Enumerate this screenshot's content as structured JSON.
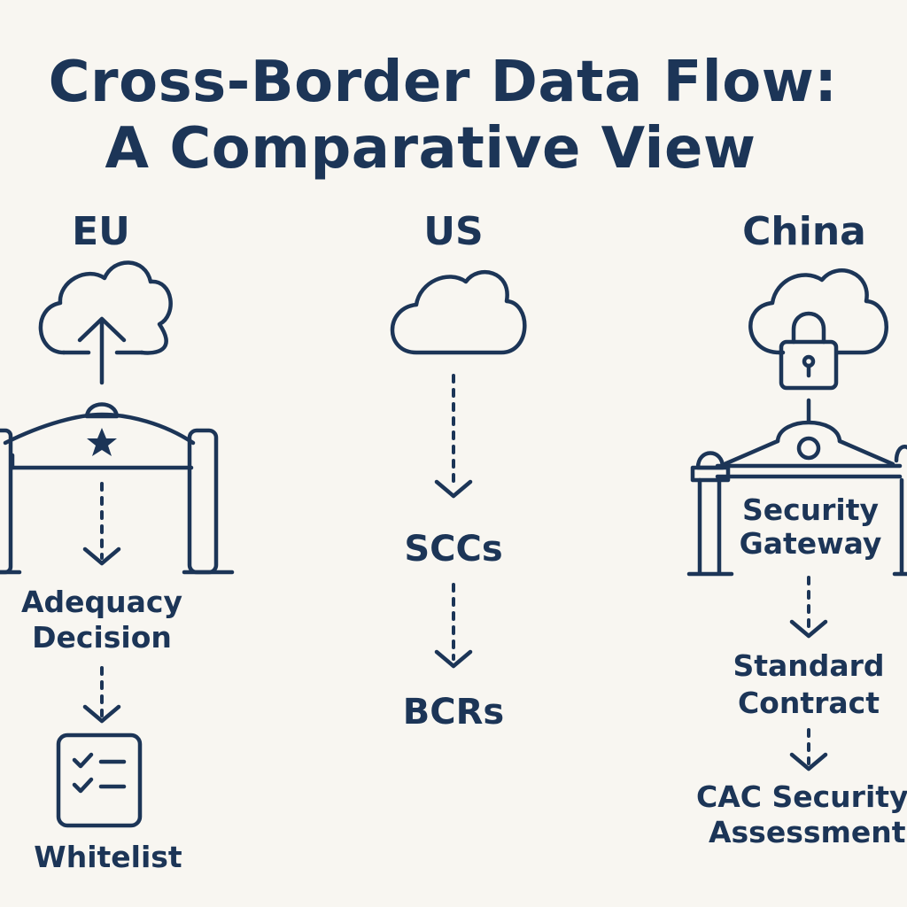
{
  "title": {
    "line1": "Cross-Border Data Flow:",
    "line2": "A Comparative View"
  },
  "columns": {
    "eu": {
      "heading": "EU",
      "steps": [
        "Adequacy Decision",
        "Whitelist"
      ],
      "step1_line1": "Adequacy",
      "step1_line2": "Decision",
      "step2": "Whitelist",
      "icons": [
        "cloud-upload-icon",
        "gate-with-star-icon",
        "checklist-document-icon"
      ]
    },
    "us": {
      "heading": "US",
      "step1": "SCCs",
      "step2": "BCRs",
      "icons": [
        "cloud-icon"
      ]
    },
    "china": {
      "heading": "China",
      "gateway_line1": "Security",
      "gateway_line2": "Gateway",
      "step1_line1": "Standard",
      "step1_line2": "Contract",
      "step2_line1": "CAC Security",
      "step2_line2": "Assessment",
      "icons": [
        "cloud-lock-icon",
        "security-gateway-icon"
      ]
    }
  },
  "colors": {
    "ink": "#1c3557",
    "background": "#f8f6f1"
  }
}
